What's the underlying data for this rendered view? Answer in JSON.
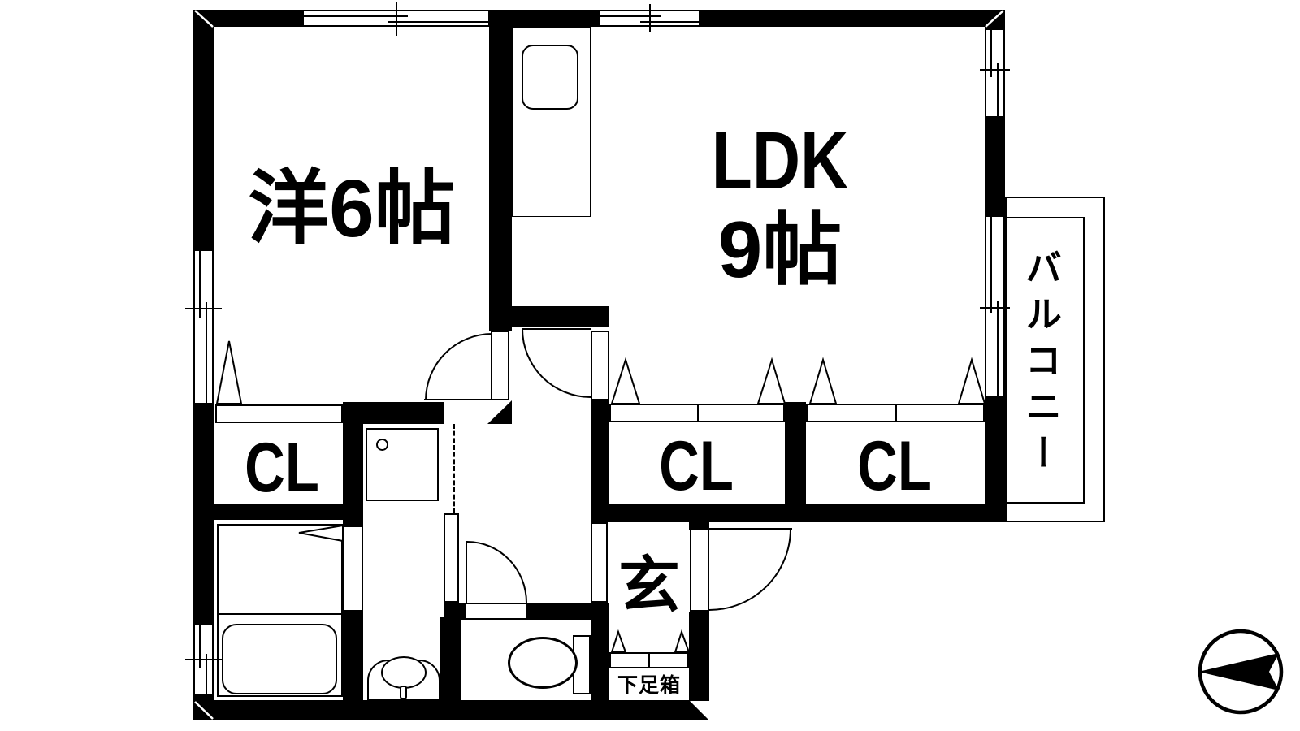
{
  "page": {
    "background": "#ffffff"
  },
  "floorplan": {
    "labels": {
      "western_room": "洋6帖",
      "ldk_line1": "LDK",
      "ldk_line2": "9帖",
      "closets": [
        "CL",
        "CL",
        "CL"
      ],
      "balcony": "バルコニー",
      "entrance": "玄",
      "shoe_box": "下足箱"
    },
    "colors": {
      "wall": "#000000",
      "line": "#000000",
      "background": "#ffffff"
    }
  }
}
